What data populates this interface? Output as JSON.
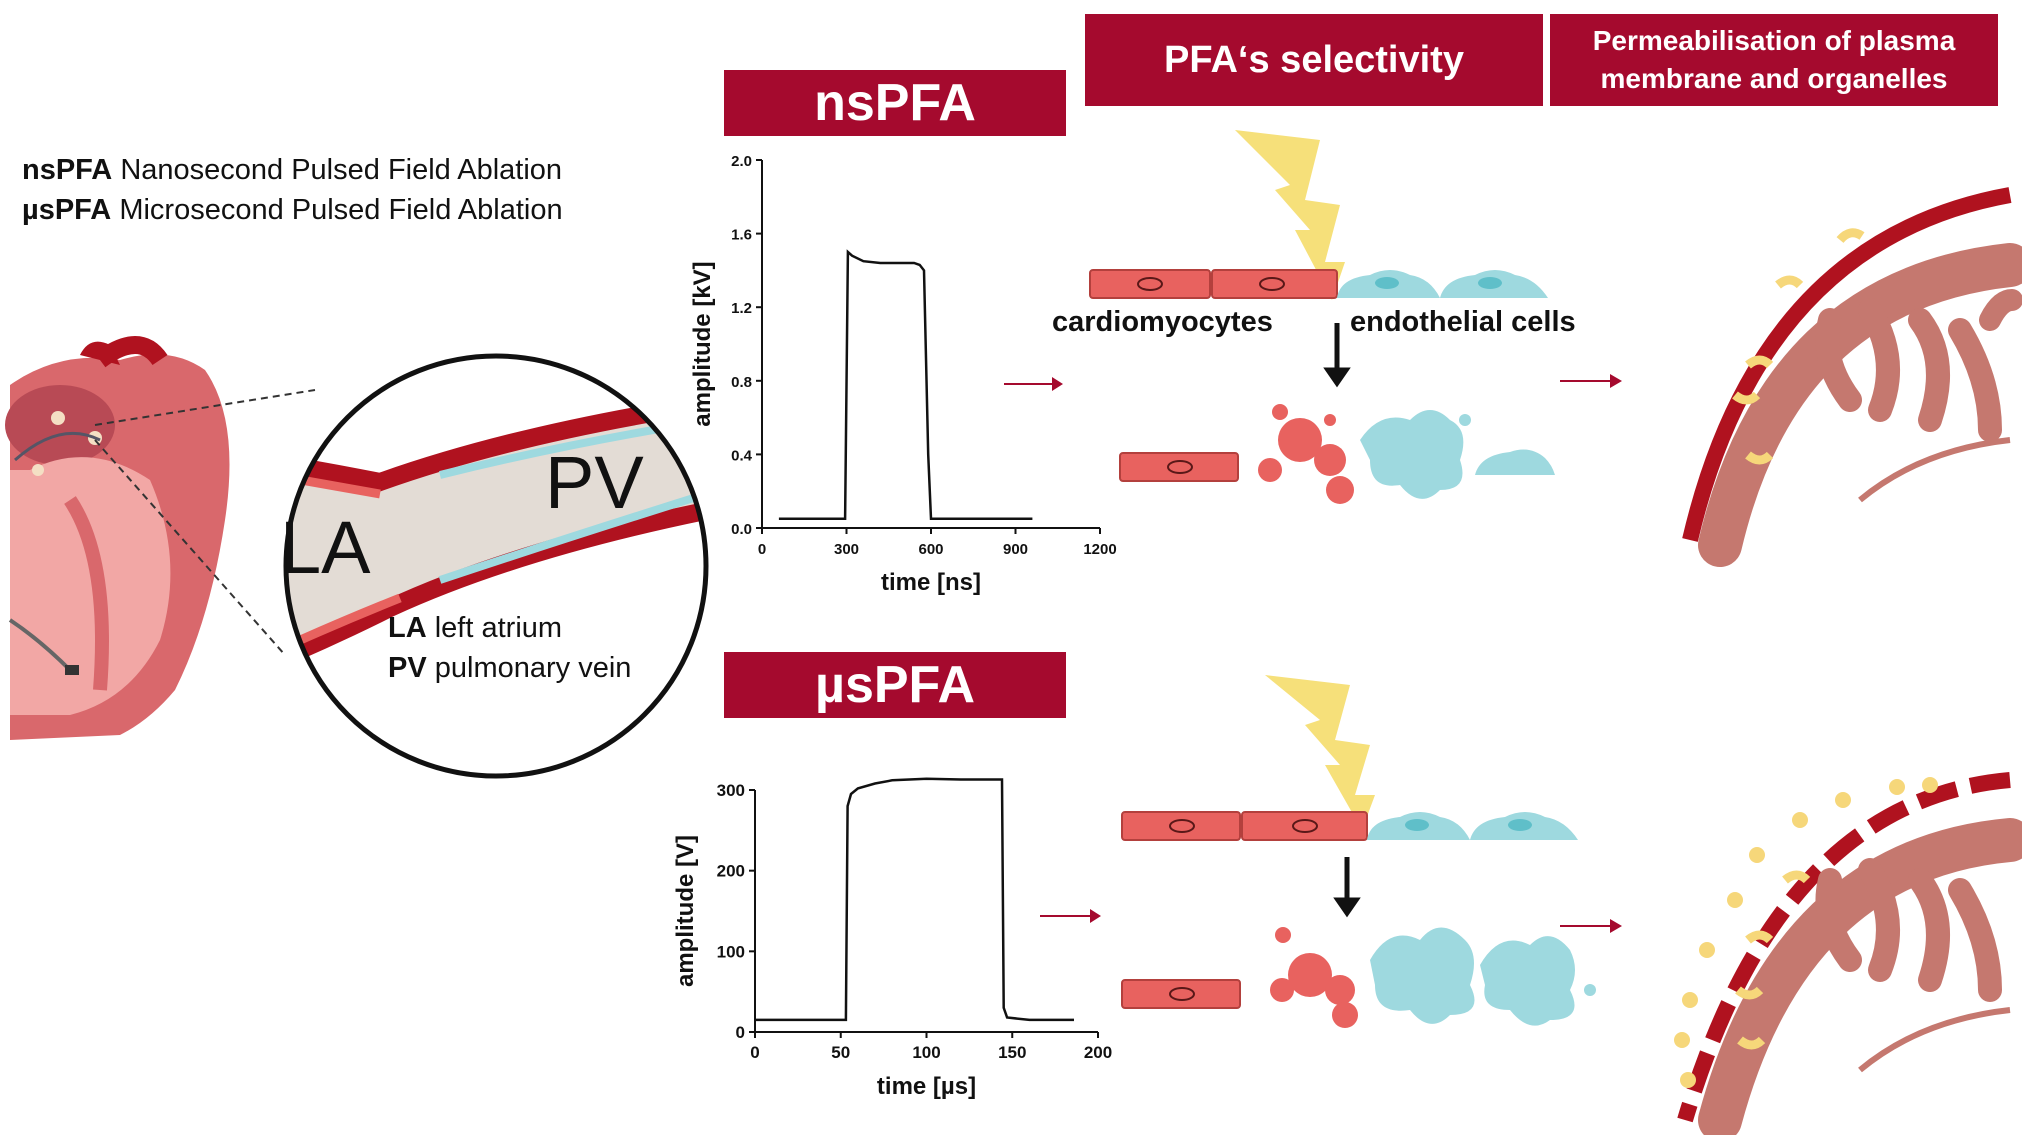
{
  "banners": {
    "ns": "nsPFA",
    "us": "µsPFA",
    "selectivity": "PFA‘s selectivity",
    "permeabilisation_line1": "Permeabilisation of plasma",
    "permeabilisation_line2": "membrane and organelles"
  },
  "abbreviations": [
    {
      "abbr": "nsPFA",
      "text": "Nanosecond Pulsed Field Ablation"
    },
    {
      "abbr": "µsPFA",
      "text": "Microsecond Pulsed Field Ablation"
    }
  ],
  "inset": {
    "la": "LA",
    "pv": "PV",
    "legend": [
      {
        "abbr": "LA",
        "text": "left atrium"
      },
      {
        "abbr": "PV",
        "text": "pulmonary vein"
      }
    ]
  },
  "cells": {
    "cardiomyocytes": "cardiomyocytes",
    "endothelial": "endothelial cells"
  },
  "colors": {
    "banner": "#a50a2e",
    "arrow": "#a50a2e",
    "cardiomyocyte": "#e8625f",
    "endothelial": "#9ed9df",
    "lightning": "#f6e07a",
    "mitochondrion": "#c5786f",
    "membrane": "#b0121f"
  },
  "chart_data": [
    {
      "type": "line",
      "xlabel": "time [ns]",
      "ylabel": "amplitude [kV]",
      "xlim": [
        0,
        1200
      ],
      "ylim": [
        0,
        2.0
      ],
      "xticks": [
        "0",
        "300",
        "600",
        "900",
        "1200"
      ],
      "yticks": [
        "0.0",
        "0.4",
        "0.8",
        "1.2",
        "1.6",
        "2.0"
      ],
      "x": [
        60,
        295,
        305,
        320,
        360,
        420,
        480,
        540,
        560,
        575,
        590,
        600,
        700,
        800,
        960
      ],
      "y": [
        0.05,
        0.05,
        1.5,
        1.48,
        1.45,
        1.44,
        1.44,
        1.44,
        1.43,
        1.4,
        0.4,
        0.05,
        0.05,
        0.05,
        0.05
      ]
    },
    {
      "type": "line",
      "xlabel": "time [µs]",
      "ylabel": "amplitude [V]",
      "xlim": [
        0,
        200
      ],
      "ylim": [
        0,
        300
      ],
      "xticks": [
        "0",
        "50",
        "100",
        "150",
        "200"
      ],
      "yticks": [
        "0",
        "100",
        "200",
        "300"
      ],
      "x": [
        0,
        53,
        54,
        56,
        60,
        70,
        80,
        100,
        120,
        144,
        145,
        147,
        160,
        186
      ],
      "y": [
        15,
        15,
        280,
        295,
        302,
        308,
        312,
        314,
        313,
        313,
        30,
        18,
        15,
        15
      ]
    }
  ]
}
